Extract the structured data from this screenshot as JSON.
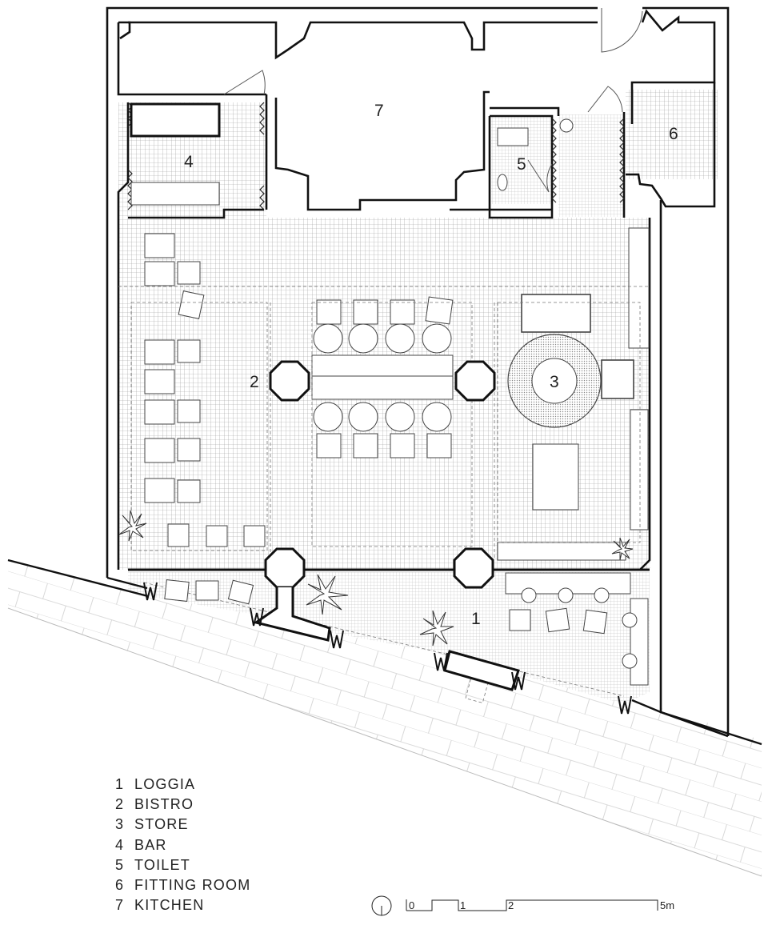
{
  "rooms": [
    {
      "number": "1",
      "name": "LOGGIA"
    },
    {
      "number": "2",
      "name": "BISTRO"
    },
    {
      "number": "3",
      "name": "STORE"
    },
    {
      "number": "4",
      "name": "BAR"
    },
    {
      "number": "5",
      "name": "TOILET"
    },
    {
      "number": "6",
      "name": "FITTING ROOM"
    },
    {
      "number": "7",
      "name": "KITCHEN"
    }
  ],
  "scale_bar": {
    "labels": [
      "0",
      "1",
      "2",
      "5m"
    ]
  }
}
